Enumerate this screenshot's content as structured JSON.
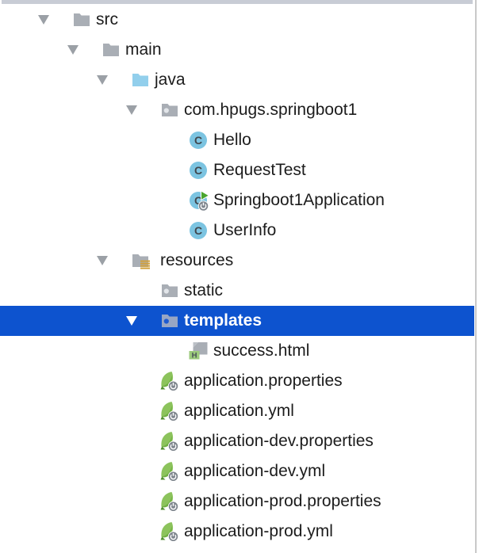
{
  "colors": {
    "topbar": "#c8ccd5",
    "border": "#c9c9c9",
    "selection": "#0d53cf",
    "text": "#1c1c1c",
    "selected_text": "#ffffff",
    "arrow": "#9ba0a6",
    "folder_gray": "#a9aeb5",
    "folder_java_blue": "#92cfec",
    "package_dot": "#e2e5e9",
    "selected_folder": "#97a6c4",
    "selected_dot": "#1d5ad1",
    "resources_lines_amber": "#d2a039",
    "class_circle_blue": "#7cc4e1",
    "class_letter": "#41474d",
    "run_triangle_green": "#4aa52e",
    "power_badge_gray": "#7f868e",
    "leaf_green": "#8cc35c",
    "leaf_dark_green": "#6fae42",
    "leaf_stem_green": "#4f8f2c",
    "html_green": "#9cca7c",
    "html_letter": "#474f57",
    "page_gray": "#a9aeb5",
    "page_flap_gray": "#bcc1c7"
  },
  "tree": {
    "items": [
      {
        "label": "src",
        "icon": "folder",
        "level": 0,
        "expanded": true,
        "selected": false
      },
      {
        "label": "main",
        "icon": "folder",
        "level": 1,
        "expanded": true,
        "selected": false
      },
      {
        "label": "java",
        "icon": "folder-source",
        "level": 2,
        "expanded": true,
        "selected": false
      },
      {
        "label": "com.hpugs.springboot1",
        "icon": "package",
        "level": 3,
        "expanded": true,
        "selected": false
      },
      {
        "label": "Hello",
        "icon": "class",
        "level": 4,
        "expanded": false,
        "selected": false
      },
      {
        "label": "RequestTest",
        "icon": "class",
        "level": 4,
        "expanded": false,
        "selected": false
      },
      {
        "label": "Springboot1Application",
        "icon": "class-runnable",
        "level": 4,
        "expanded": false,
        "selected": false
      },
      {
        "label": "UserInfo",
        "icon": "class",
        "level": 4,
        "expanded": false,
        "selected": false
      },
      {
        "label": "resources",
        "icon": "folder-resources",
        "level": 2,
        "expanded": true,
        "selected": false
      },
      {
        "label": "static",
        "icon": "package",
        "level": 3,
        "expanded": false,
        "selected": false
      },
      {
        "label": "templates",
        "icon": "package",
        "level": 3,
        "expanded": true,
        "selected": true
      },
      {
        "label": "success.html",
        "icon": "html-file",
        "level": 4,
        "expanded": false,
        "selected": false
      },
      {
        "label": "application.properties",
        "icon": "spring-config",
        "level": 3,
        "expanded": false,
        "selected": false
      },
      {
        "label": "application.yml",
        "icon": "spring-config",
        "level": 3,
        "expanded": false,
        "selected": false
      },
      {
        "label": "application-dev.properties",
        "icon": "spring-config",
        "level": 3,
        "expanded": false,
        "selected": false
      },
      {
        "label": "application-dev.yml",
        "icon": "spring-config",
        "level": 3,
        "expanded": false,
        "selected": false
      },
      {
        "label": "application-prod.properties",
        "icon": "spring-config",
        "level": 3,
        "expanded": false,
        "selected": false
      },
      {
        "label": "application-prod.yml",
        "icon": "spring-config",
        "level": 3,
        "expanded": false,
        "selected": false
      }
    ]
  }
}
